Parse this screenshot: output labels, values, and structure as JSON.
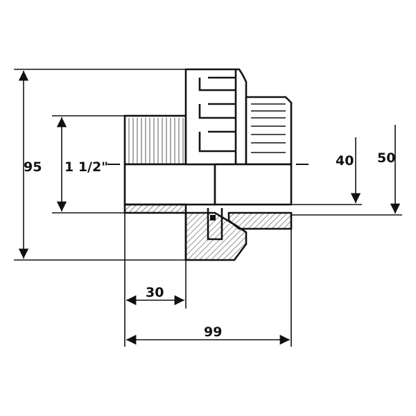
{
  "drawing": {
    "dimensions": {
      "height_overall": "95",
      "thread_size": "1 1/2\"",
      "inner_diameter": "40",
      "pipe_outer_diameter": "50",
      "thread_length": "30",
      "length_overall": "99"
    }
  }
}
